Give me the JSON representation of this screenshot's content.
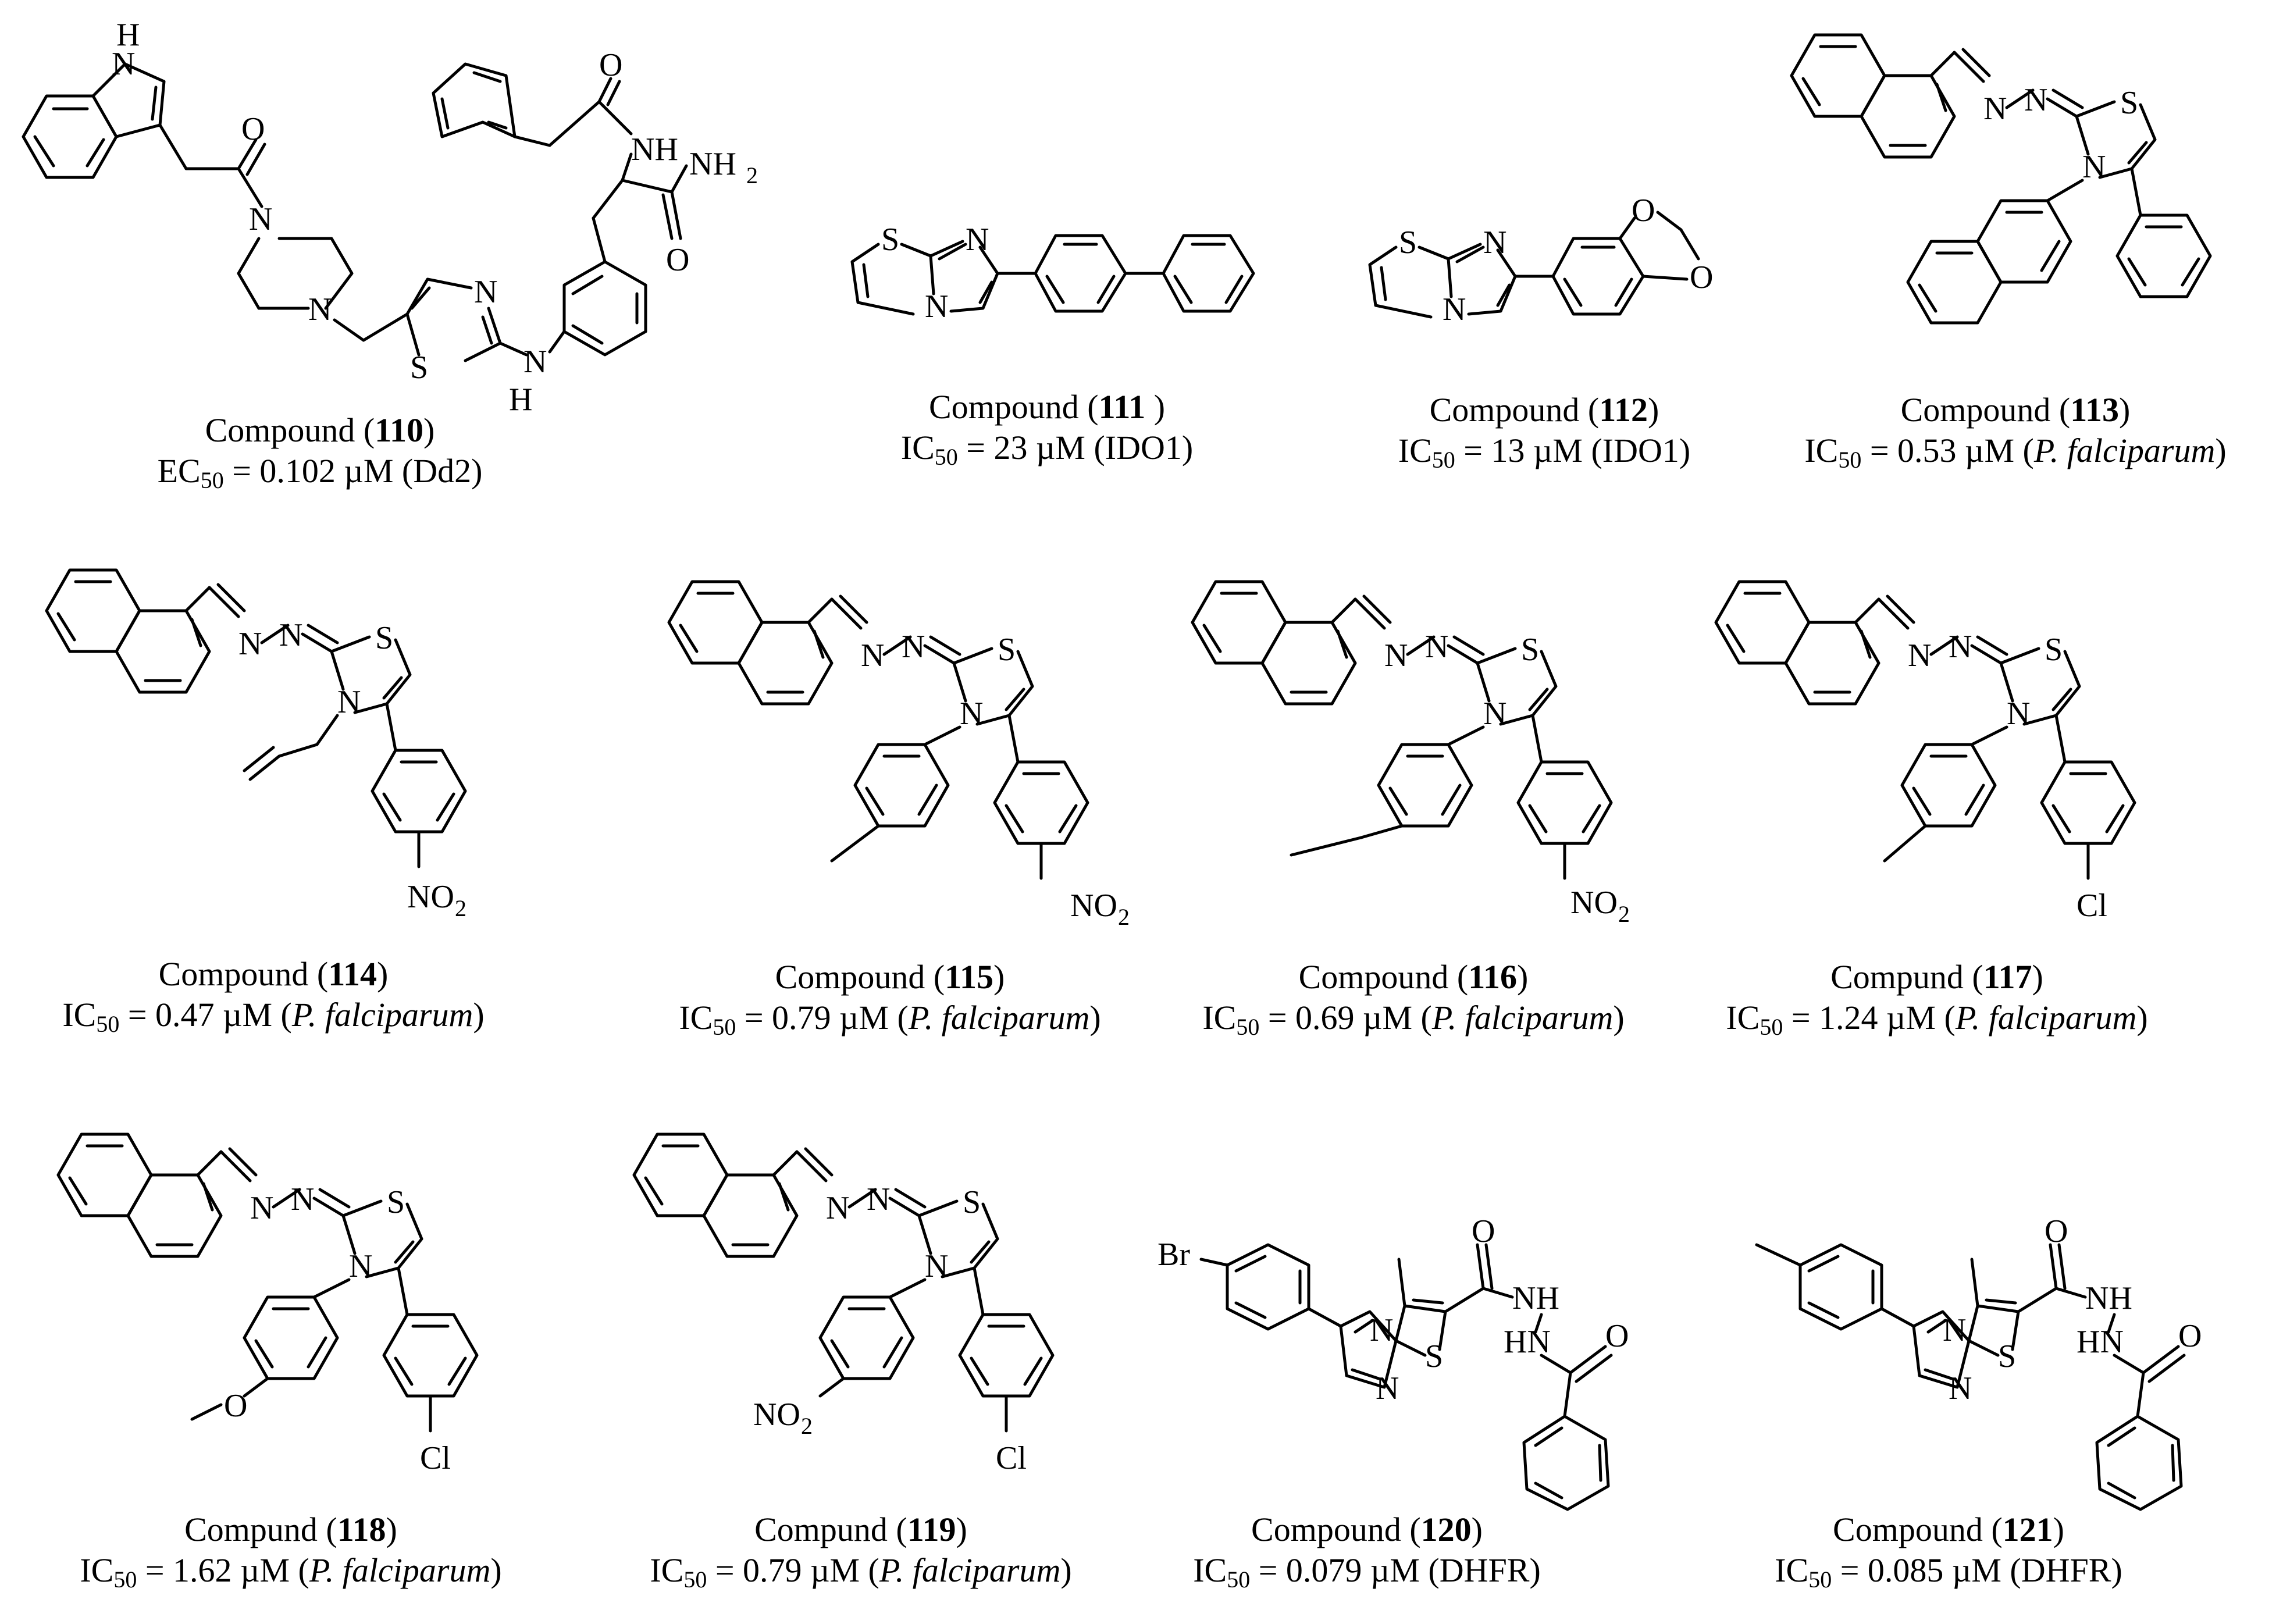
{
  "compounds": [
    {
      "id": "110",
      "prefix": "Compound (",
      "suffix": ")",
      "metric": "EC",
      "sub": "50",
      "value": " = 0.102 µM ",
      "target": "(Dd2)",
      "italic": false
    },
    {
      "id": "111",
      "prefix": "Compound (",
      "suffix": " )",
      "metric": "IC",
      "sub": "50",
      "value": " = 23 µM  ",
      "target": "(IDO1)",
      "italic": false
    },
    {
      "id": "112",
      "prefix": "Compound (",
      "suffix": ")",
      "metric": "IC",
      "sub": "50",
      "value": " = 13 µM  ",
      "target": "(IDO1)",
      "italic": false
    },
    {
      "id": "113",
      "prefix": "Compound (",
      "suffix": ")",
      "metric": "IC",
      "sub": "50",
      "value": " = 0.53 µM (",
      "target": "P. falciparum",
      "close": ")",
      "italic": true
    },
    {
      "id": "114",
      "prefix": "Compound (",
      "suffix": ")",
      "metric": "IC",
      "sub": "50",
      "value": " = 0.47 µM (",
      "target": "P. falciparum",
      "close": ")",
      "italic": true
    },
    {
      "id": "115",
      "prefix": "Compound (",
      "suffix": ")",
      "metric": "IC",
      "sub": "50",
      "value": " = 0.79 µM (",
      "target": "P.  falciparum",
      "close": ")",
      "italic": true
    },
    {
      "id": "116",
      "prefix": "Compound (",
      "suffix": ")",
      "metric": "IC",
      "sub": "50",
      "value": " = 0.69 µM (",
      "target": "P.  falciparum",
      "close": ")",
      "italic": true
    },
    {
      "id": "117",
      "prefix": "Compund (",
      "suffix": ")",
      "metric": "IC",
      "sub": "50",
      "value": " = 1.24 µM (",
      "target": "P.  falciparum",
      "close": ")",
      "italic": true
    },
    {
      "id": "118",
      "prefix": "Compund (",
      "suffix": ")",
      "metric": "IC",
      "sub": "50",
      "value": " = 1.62 µM (",
      "target": "P. falciparum",
      "close": ")",
      "italic": true
    },
    {
      "id": "119",
      "prefix": "Compund (",
      "suffix": ")",
      "metric": "IC",
      "sub": "50",
      "value": " = 0.79 µM (",
      "target": "P.  falciparum",
      "close": ")",
      "italic": true
    },
    {
      "id": "120",
      "prefix": "Compound (",
      "suffix": ")",
      "metric": "IC",
      "sub": "50",
      "value": " = 0.079 µM ",
      "target": "(DHFR)",
      "italic": false
    },
    {
      "id": "121",
      "prefix": "Compound (",
      "suffix": ")",
      "metric": "IC",
      "sub": "50",
      "value": " = 0.085 µM ",
      "target": "(DHFR)",
      "italic": false
    }
  ],
  "atoms": {
    "H": "H",
    "N": "N",
    "O": "O",
    "S": "S",
    "NH": "NH",
    "NH2": "NH",
    "two": "2",
    "NO2": "NO",
    "Cl": "Cl",
    "Br": "Br",
    "HN": "HN"
  }
}
